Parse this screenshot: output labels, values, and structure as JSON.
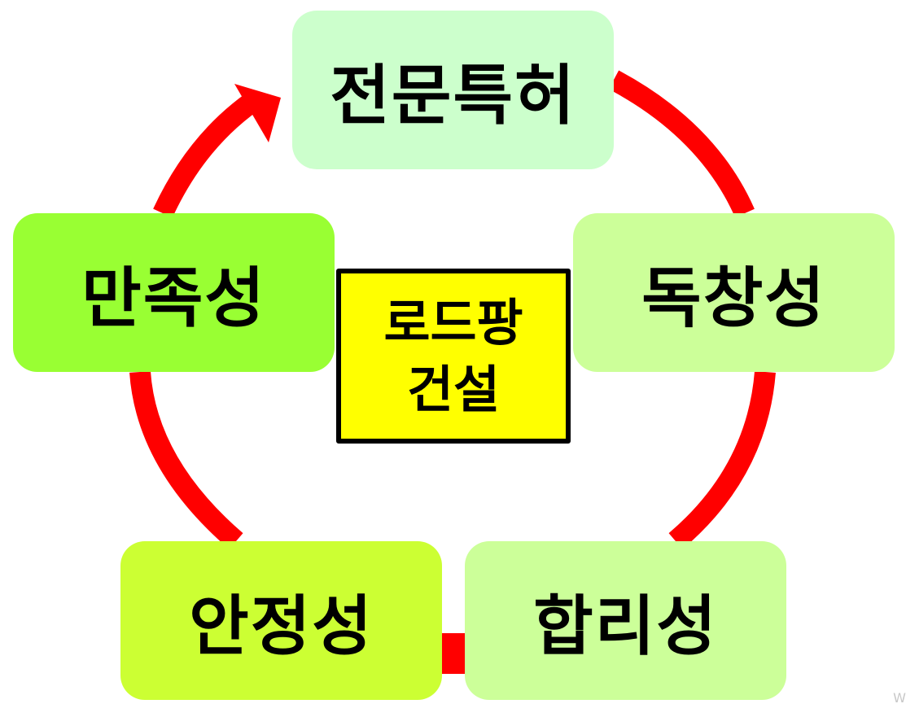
{
  "colors": {
    "ring": "#ff0000",
    "node_top": "#ccffcc",
    "node_right": "#ccff99",
    "node_bottom_right": "#ccff99",
    "node_bottom_left": "#ccff33",
    "node_left": "#99ff33",
    "center": "#ffff00"
  },
  "center": {
    "line1": "로드팡",
    "line2": "건설"
  },
  "nodes": {
    "top": "전문특허",
    "right": "독창성",
    "bottom_right": "합리성",
    "bottom_left": "안정성",
    "left": "만족성"
  },
  "watermark": "W"
}
